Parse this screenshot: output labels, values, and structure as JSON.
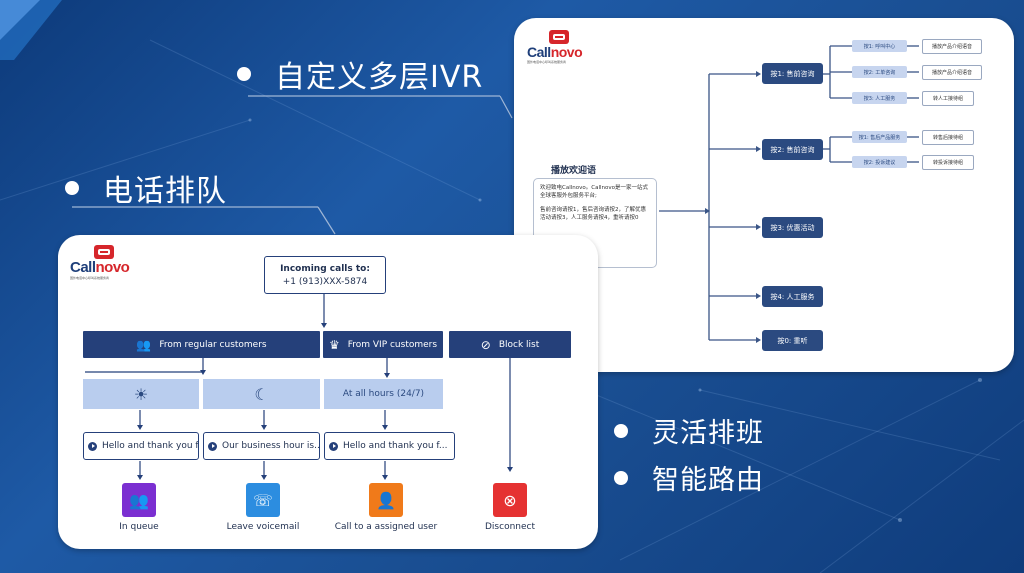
{
  "slide": {
    "bullets": [
      {
        "text": "自定义多层IVR"
      },
      {
        "text": "电话排队"
      },
      {
        "text": "灵活排班"
      },
      {
        "text": "智能路由"
      }
    ]
  },
  "brand": {
    "name_part1": "Call",
    "name_part2": "novo",
    "tagline": "国外电话中心呼叫系统服务商"
  },
  "ivr_diagram": {
    "welcome_title": "播放欢迎语",
    "welcome_text_1": "欢迎致电Callnovo。Callnovo是一家一站式全球客服外包服务平台;",
    "welcome_text_2": "售前咨询请按1，售后咨询请按2，了解优惠活动请按3，人工服务请按4，重听请按0",
    "menu": [
      {
        "label": "按1: 售前咨询"
      },
      {
        "label": "按2: 售前咨询"
      },
      {
        "label": "按3: 优惠活动"
      },
      {
        "label": "按4: 人工服务"
      },
      {
        "label": "按0: 重听"
      }
    ],
    "sub_menu": [
      {
        "label": "按1: 呼叫中心",
        "target": "播放产品介绍语音"
      },
      {
        "label": "按2: 工单咨询",
        "target": "播放产品介绍语音"
      },
      {
        "label": "按3: 人工服务",
        "target": "转人工接待组"
      },
      {
        "label": "按1: 售后产品服务",
        "target": "转售后接待组"
      },
      {
        "label": "按2: 投诉建议",
        "target": "转投诉接待组"
      }
    ]
  },
  "call_flow": {
    "incoming_title": "Incoming calls to:",
    "incoming_number": "+1 (913)XXX-5874",
    "groups": [
      {
        "label": "From regular customers",
        "icon": "people-icon"
      },
      {
        "label": "From VIP customers",
        "icon": "crown-icon"
      },
      {
        "label": "Block list",
        "icon": "block-icon"
      }
    ],
    "schedules": [
      {
        "icon": "sun-icon",
        "label": ""
      },
      {
        "icon": "moon-icon",
        "label": ""
      },
      {
        "icon": "",
        "label": "At all hours (24/7)"
      }
    ],
    "messages": [
      {
        "text": "Hello and thank you f..."
      },
      {
        "text": "Our business hour is..."
      },
      {
        "text": "Hello and thank you f..."
      }
    ],
    "actions": [
      {
        "label": "In queue",
        "icon": "queue-users-icon",
        "color": "#7b2fd1"
      },
      {
        "label": "Leave voicemail",
        "icon": "voicemail-icon",
        "color": "#2c8de0"
      },
      {
        "label": "Call to a assigned user",
        "icon": "assigned-user-icon",
        "color": "#f07a1a"
      },
      {
        "label": "Disconnect",
        "icon": "disconnect-icon",
        "color": "#e53232"
      }
    ]
  }
}
